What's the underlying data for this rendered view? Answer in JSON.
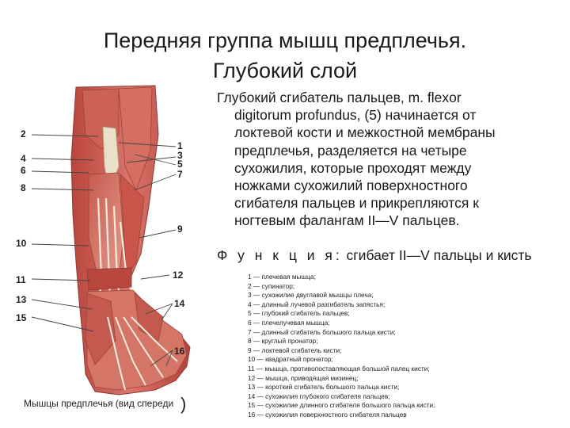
{
  "title": {
    "line1": "Передняя группа мышц предплечья.",
    "line2": "Глубокий слой"
  },
  "description": [
    "Глубокий сгибатель пальцев, m. flexor",
    "digitorum profundus, (5) начинается от",
    "локтевой кости и межкостной мембраны",
    "предплечья, разделяется на четыре",
    "сухожилия, которые проходят между",
    "ножками сухожилий поверхностного",
    "сгибателя пальцев и прикрепляются к",
    "ногтевым фалангам II—V пальцев."
  ],
  "function": {
    "label": "Ф у н к ц и я:",
    "text": " сгибает II—V пальцы и кисть"
  },
  "figure": {
    "caption": "Мышцы предплечья (вид спереди",
    "caption_paren": ")",
    "numbers": {
      "n1": "1",
      "n2": "2",
      "n3": "3",
      "n4": "4",
      "n5": "5",
      "n6": "6",
      "n7": "7",
      "n8": "8",
      "n9": "9",
      "n10": "10",
      "n11": "11",
      "n12": "12",
      "n13": "13",
      "n14": "14",
      "n15": "15",
      "n16": "16"
    }
  },
  "legend": [
    "1 — плечевая мышца;",
    "2 — супинатор;",
    "3 — сухожилие двуглавой мышцы плеча;",
    "4 — длинный лучевой разгибатель запястья;",
    "5 — глубокий сгибатель пальцев;",
    "6 — плечелучевая мышца;",
    "7 — длинный сгибатель большого пальца кисти;",
    "8 — круглый пронатор;",
    "9 — локтевой сгибатель кисти;",
    "10 — квадратный пронатор;",
    "11 — мышца, противопоставляющая большой палец кисти;",
    "12 — мышца, приводящая мизинец;",
    "13 — короткий сгибатель большого пальца кисти;",
    "14 — сухожилия глубокого сгибателя пальцев;",
    "15 — сухожилие длинного сгибателя большого пальца кисти;",
    "16 — сухожилия поверхностного сгибателя пальцев"
  ]
}
